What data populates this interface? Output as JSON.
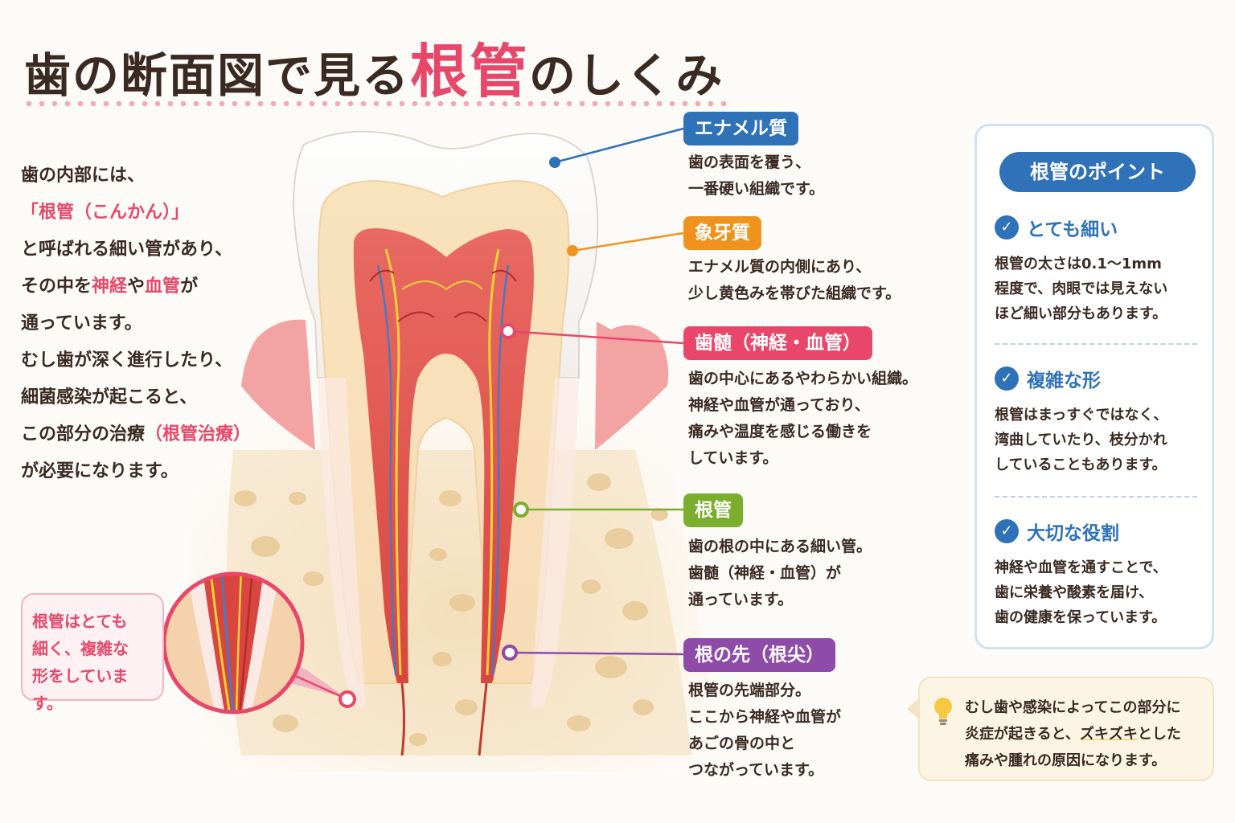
{
  "title": {
    "prefix": "歯の断面図で見る",
    "accent": "根管",
    "suffix": "のしくみ"
  },
  "intro": {
    "line1": "歯の内部には、",
    "line2_pre": "「",
    "line2_accent": "根管",
    "line2_post": "（こんかん）」",
    "line3": "と呼ばれる細い管があり、",
    "line4_pre": "その中を",
    "line4_accent1": "神経",
    "line4_mid": "や",
    "line4_accent2": "血管",
    "line4_post": "が",
    "line5": "通っています。",
    "line6": "むし歯が深く進行したり、",
    "line7": "細菌感染が起こると、",
    "line8_pre": "この部分の治療",
    "line8_accent": "（根管治療）",
    "line9": "が必要になります。"
  },
  "callout": {
    "line1": "根管はとても",
    "line2": "細く、複雑な",
    "line3": "形をしています。"
  },
  "labels": [
    {
      "name": "エナメル質",
      "color": "#2f72b8",
      "desc": [
        "歯の表面を覆う、",
        "一番硬い組織です。"
      ]
    },
    {
      "name": "象牙質",
      "color": "#f0931e",
      "desc": [
        "エナメル質の内側にあり、",
        "少し黄色みを帯びた組織です。"
      ]
    },
    {
      "name": "歯髄（神経・血管）",
      "color": "#e8476a",
      "desc": [
        "歯の中心にあるやわらかい組織。",
        "神経や血管が通っており、",
        "痛みや温度を感じる働きを",
        "しています。"
      ]
    },
    {
      "name": "根管",
      "color": "#7aae2c",
      "desc": [
        "歯の根の中にある細い管。",
        "歯髄（神経・血管）が",
        "通っています。"
      ]
    },
    {
      "name": "根の先（根尖）",
      "color": "#8e4ba8",
      "desc": [
        "根管の先端部分。",
        "ここから神経や血管が",
        "あごの骨の中と",
        "つながっています。"
      ]
    }
  ],
  "panel": {
    "title": "根管のポイント",
    "points": [
      {
        "head": "とても細い",
        "body": [
          "根管の太さは0.1〜1mm",
          "程度で、肉眼では見えない",
          "ほど細い部分もあります。"
        ]
      },
      {
        "head": "複雑な形",
        "body": [
          "根管はまっすぐではなく、",
          "湾曲していたり、枝分かれ",
          "していることもあります。"
        ]
      },
      {
        "head": "大切な役割",
        "body": [
          "神経や血管を通すことで、",
          "歯に栄養や酸素を届け、",
          "歯の健康を保っています。"
        ]
      }
    ],
    "check_glyph": "✓"
  },
  "note": {
    "line1": "むし歯や感染によってこの部分に",
    "line2_pre": "炎症が起きると、",
    "line2_ul": "ズキズキ",
    "line2_post": "とした",
    "line3": "痛みや腫れの原因になります。"
  },
  "icons": {
    "bulb": "lightbulb-icon",
    "check": "check-circle-icon"
  }
}
